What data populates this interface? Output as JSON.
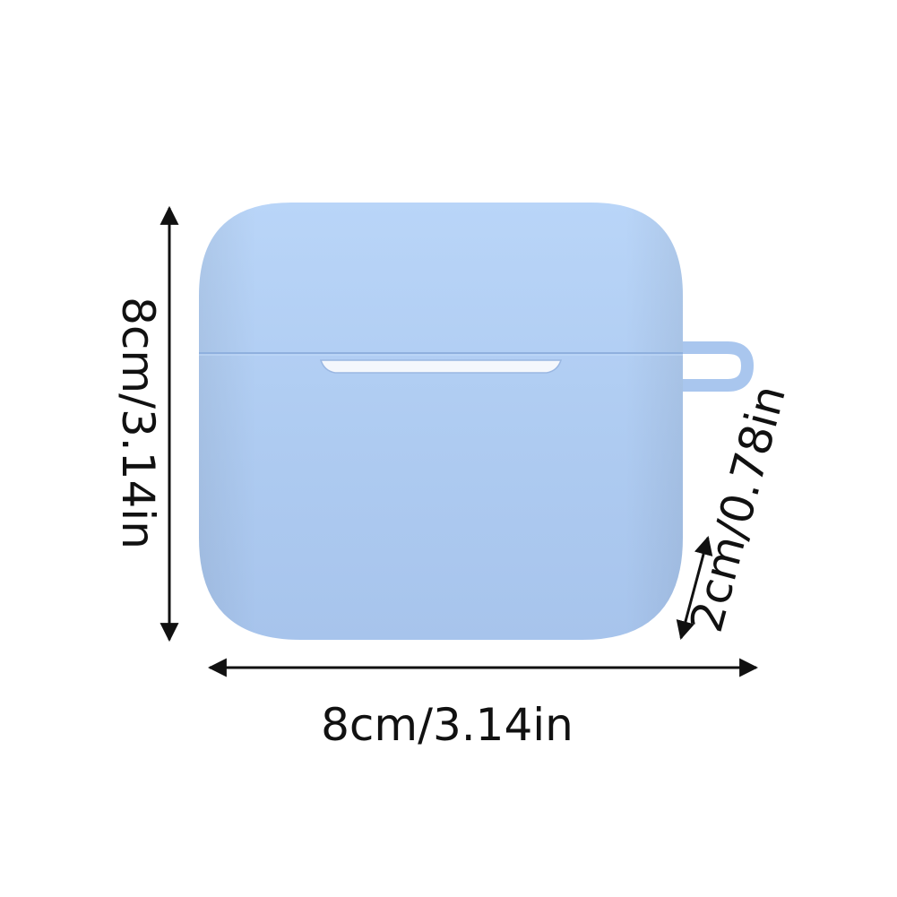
{
  "product": {
    "name_icon": "earbuds-case",
    "color": "#aecbf1",
    "color_light": "#b8d4f8",
    "color_dark": "#9dbbe6",
    "slot_color": "#f4f7fc"
  },
  "dimensions": {
    "height_label": "8cm/3.14in",
    "width_label": "8cm/3.14in",
    "depth_label": "2cm/0.78in",
    "arrow_color": "#111111"
  }
}
